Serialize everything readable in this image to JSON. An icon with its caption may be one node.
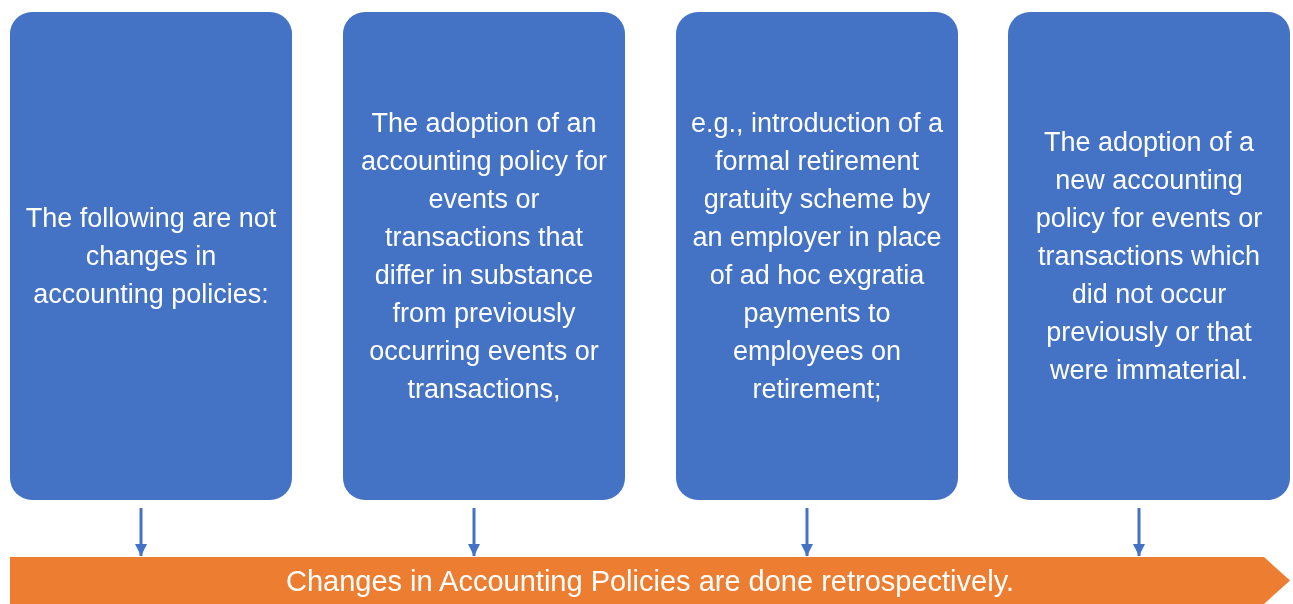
{
  "diagram": {
    "nodes": [
      {
        "text": [
          "The following are not changes in accounting policies:"
        ]
      },
      {
        "text": [
          "The adoption of an accounting policy for events or transactions that differ in substance from previously occurring events or transactions,"
        ]
      },
      {
        "text": [
          "e.g., introduction of a formal retirement gratuity scheme by an employer in place of ad hoc exgratia payments to employees on retirement;"
        ]
      },
      {
        "text": [
          "The adoption of a new accounting policy for events or transactions which did not occur previously or that were immaterial."
        ]
      },
      {
        "text": [
          "Changes in Accounting Policies are done retrospectively."
        ]
      }
    ],
    "edges": [
      {
        "from": 0,
        "to": 4,
        "arrow": "to"
      },
      {
        "from": 1,
        "to": 4,
        "arrow": "to"
      },
      {
        "from": 2,
        "to": 4,
        "arrow": "to"
      },
      {
        "from": 3,
        "to": 4,
        "arrow": "to"
      }
    ]
  }
}
